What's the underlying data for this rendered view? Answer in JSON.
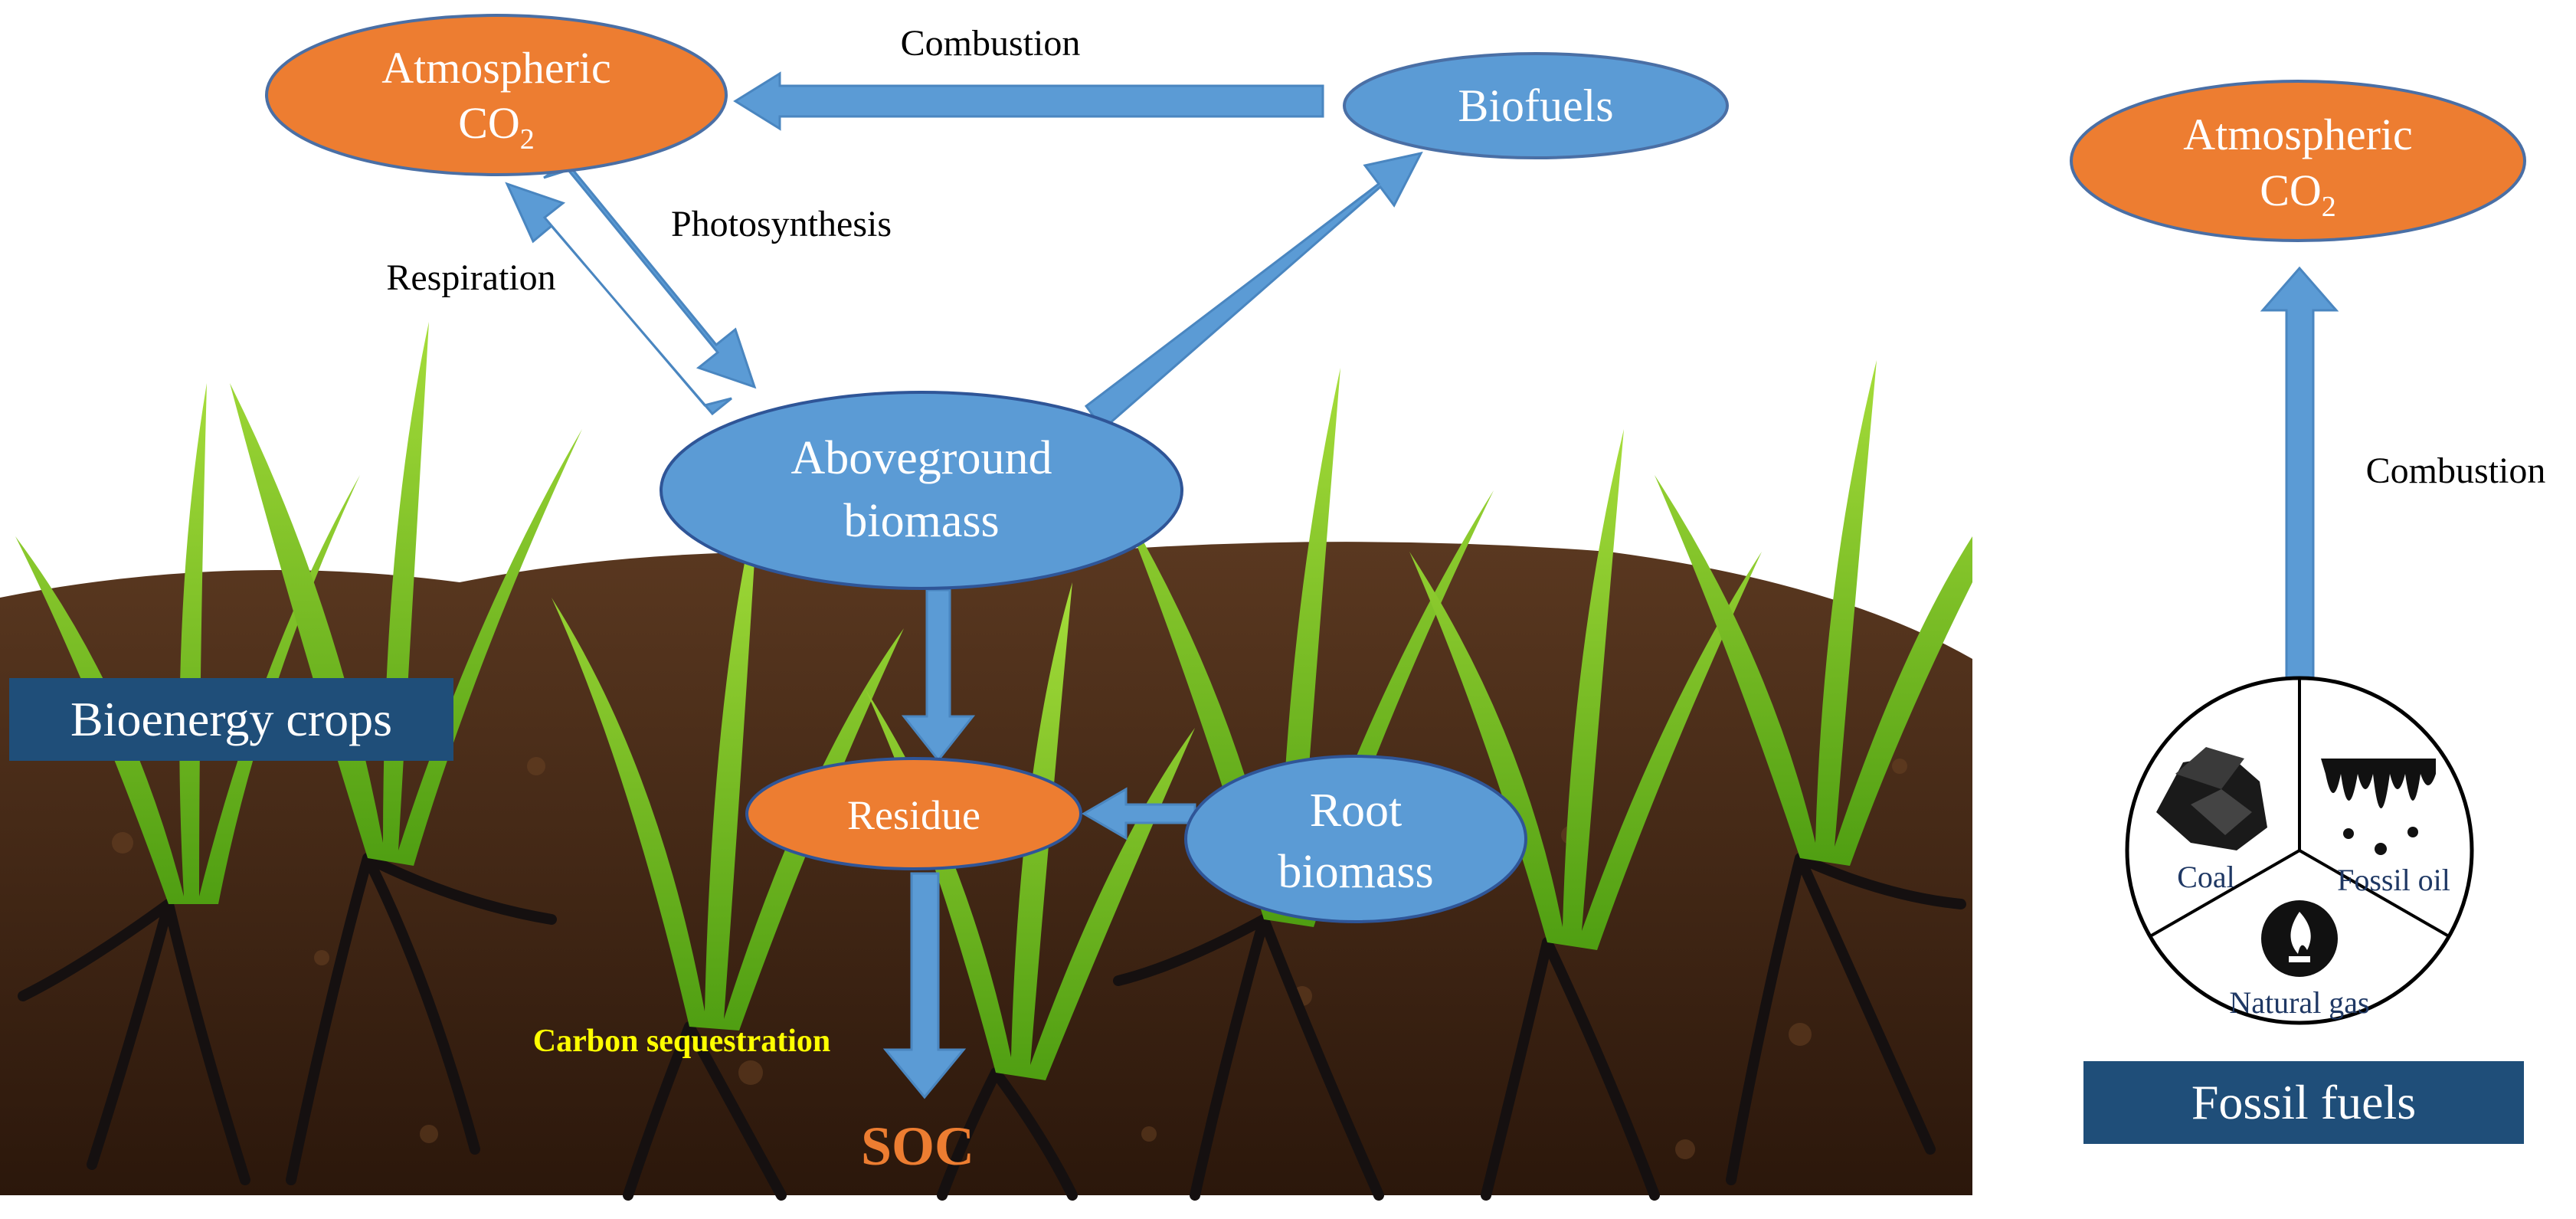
{
  "left_panel": {
    "title": "Bioenergy crops",
    "nodes": {
      "atmospheric_co2": {
        "line1": "Atmospheric",
        "line2": "CO",
        "sub": "2"
      },
      "biofuels": "Biofuels",
      "aboveground": {
        "line1": "Aboveground",
        "line2": "biomass"
      },
      "residue": "Residue",
      "root": {
        "line1": "Root",
        "line2": "biomass"
      },
      "soc": "SOC"
    },
    "arrow_labels": {
      "combustion": "Combustion",
      "photosynthesis": "Photosynthesis",
      "respiration": "Respiration",
      "carbon_sequestration": "Carbon sequestration"
    }
  },
  "right_panel": {
    "title": "Fossil fuels",
    "atmospheric_co2": {
      "line1": "Atmospheric",
      "line2": "CO",
      "sub": "2"
    },
    "combustion": "Combustion",
    "fuels": [
      "Coal",
      "Fossil oil",
      "Natural gas"
    ]
  },
  "colors": {
    "orange": "#ed7d31",
    "blue": "#5b9bd5",
    "dark_blue": "#1f4e79",
    "soil": "#4a2a16",
    "grass": "#7cc21e",
    "soc_text": "#ed7d31",
    "sequestration_text": "#ffff00"
  }
}
